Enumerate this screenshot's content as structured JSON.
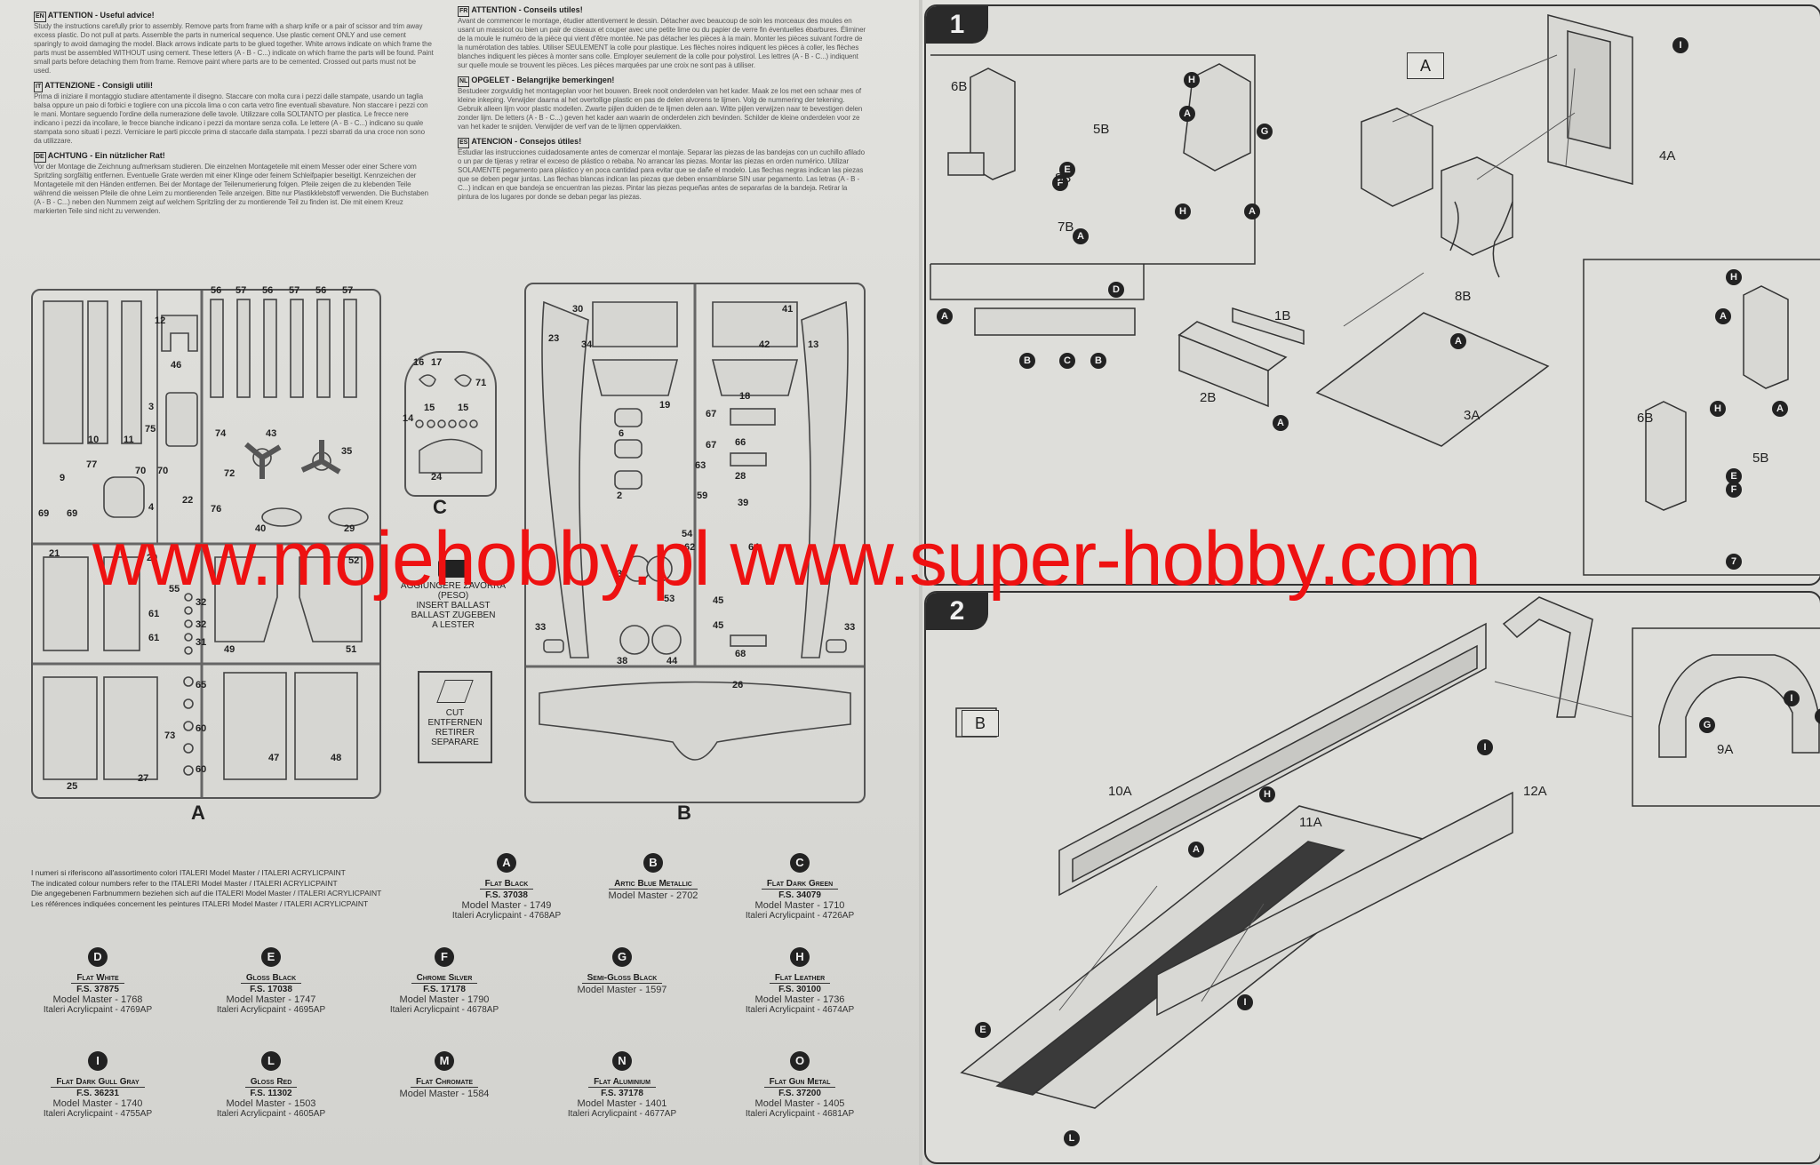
{
  "instructions_left": [
    {
      "code": "EN",
      "title": "ATTENTION - Useful advice!",
      "body": "Study the instructions carefully prior to assembly. Remove parts from frame with a sharp knife or a pair of scissor and trim away excess plastic. Do not pull at parts. Assemble the parts in numerical sequence. Use plastic cement ONLY and use cement sparingly to avoid damaging the model. Black arrows indicate parts to be glued together. White arrows indicate on which frame the parts must be assembled WITHOUT using cement. These letters (A - B - C...) indicate on which frame the parts will be found. Paint small parts before detaching them from frame. Remove paint where parts are to be cemented. Crossed out parts must not be used."
    },
    {
      "code": "IT",
      "title": "ATTENZIONE - Consigli utili!",
      "body": "Prima di iniziare il montaggio studiare attentamente il disegno. Staccare con molta cura i pezzi dalle stampate, usando un taglia balsa oppure un paio di forbici e togliere con una piccola lima o con carta vetro fine eventuali sbavature. Non staccare i pezzi con le mani. Montare seguendo l'ordine della numerazione delle tavole. Utilizzare colla SOLTANTO per plastica. Le frecce nere indicano i pezzi da incollare, le frecce bianche indicano i pezzi da montare senza colla. Le lettere (A - B - C...) indicano su quale stampata sono situati i pezzi. Verniciare le parti piccole prima di staccarle dalla stampata. I pezzi sbarrati da una croce non sono da utilizzare."
    },
    {
      "code": "DE",
      "title": "ACHTUNG - Ein nützlicher Rat!",
      "body": "Vor der Montage die Zeichnung aufmerksam studieren. Die einzelnen Montageteile mit einem Messer oder einer Schere vom Spritzling sorgfältig entfernen. Eventuelle Grate werden mit einer Klinge oder feinem Schleifpapier beseitigt. Kennzeichen der Montageteile mit den Händen entfernen. Bei der Montage der Teilenumerierung folgen. Pfeile zeigen die zu klebenden Teile während die weissen Pfeile die ohne Leim zu montierenden Teile anzeigen. Bitte nur Plastikklebstoff verwenden. Die Buchstaben (A - B - C...) neben den Nummern zeigt auf welchem Spritzling der zu montierende Teil zu finden ist. Die mit einem Kreuz markierten Teile sind nicht zu verwenden."
    }
  ],
  "instructions_right": [
    {
      "code": "FR",
      "title": "ATTENTION - Conseils utiles!",
      "body": "Avant de commencer le montage, étudier attentivement le dessin. Détacher avec beaucoup de soin les morceaux des moules en usant un massicot ou bien un pair de ciseaux et couper avec une petite lime ou du papier de verre fin éventuelles ébarbures. Éliminer de la moule le numéro de la pièce qui vient d'être montée. Ne pas détacher les pièces à la main. Monter les pièces suivant l'ordre de la numérotation des tables. Utiliser SEULEMENT la colle pour plastique. Les flèches noires indiquent les pièces à coller, les flèches blanches indiquent les pièces à monter sans colle. Employer seulement de la colle pour polystirol. Les lettres (A - B - C...) indiquent sur quelle moule se trouvent les pièces. Les pièces marquées par une croix ne sont pas à utiliser."
    },
    {
      "code": "NL",
      "title": "OPGELET - Belangrijke bemerkingen!",
      "body": "Bestudeer zorgvuldig het montageplan voor het bouwen. Breek nooit onderdelen van het kader. Maak ze los met een schaar mes of kleine inkeping. Verwijder daarna al het overtollige plastic en pas de delen alvorens te lijmen. Volg de nummering der tekening. Gebruik alleen lijm voor plastic modellen. Zwarte pijlen duiden de te lijmen delen aan. Witte pijlen verwijzen naar te bevestigen delen zonder lijm. De letters (A - B - C...) geven het kader aan waarin de onderdelen zich bevinden. Schilder de kleine onderdelen voor ze van het kader te snijden. Verwijder de verf van de te lijmen oppervlakken."
    },
    {
      "code": "ES",
      "title": "ATENCION - Consejos útiles!",
      "body": "Estudiar las instrucciones cuidadosamente antes de comenzar el montaje. Separar las piezas de las bandejas con un cuchillo afilado o un par de tijeras y retirar el exceso de plástico o rebaba. No arrancar las piezas. Montar las piezas en orden numérico. Utilizar SOLAMENTE pegamento para plástico y en poca cantidad para evitar que se dañe el modelo. Las flechas negras indican las piezas que se deben pegar juntas. Las flechas blancas indican las piezas que deben ensamblarse SIN usar pegamento. Las letras (A - B - C...) indican en que bandeja se encuentran las piezas. Pintar las piezas pequeñas antes de separarlas de la bandeja. Retirar la pintura de los lugares por donde se deban pegar las piezas."
    }
  ],
  "sprues": {
    "A": {
      "letter": "A",
      "numbers": [
        "56",
        "57",
        "56",
        "57",
        "56",
        "57",
        "12",
        "46",
        "3",
        "10",
        "11",
        "75",
        "77",
        "70",
        "70",
        "74",
        "72",
        "43",
        "35",
        "22",
        "4",
        "76",
        "40",
        "29",
        "9",
        "69",
        "69",
        "21",
        "20",
        "55",
        "32",
        "32",
        "31",
        "61",
        "61",
        "52",
        "49",
        "51",
        "65",
        "60",
        "60",
        "73",
        "25",
        "27",
        "47",
        "48"
      ]
    },
    "B": {
      "letter": "B",
      "numbers": [
        "30",
        "41",
        "23",
        "34",
        "42",
        "13",
        "6",
        "19",
        "67",
        "18",
        "67",
        "66",
        "28",
        "63",
        "2",
        "39",
        "59",
        "54",
        "37",
        "62",
        "64",
        "53",
        "45",
        "45",
        "68",
        "33",
        "33",
        "38",
        "44",
        "26"
      ]
    },
    "C": {
      "letter": "C",
      "numbers": [
        "16",
        "17",
        "71",
        "15",
        "15",
        "14",
        "24"
      ]
    }
  },
  "notes": {
    "ballast": [
      "AGGIUNGERE ZAVORRA (PESO)",
      "INSERT BALLAST",
      "BALLAST ZUGEBEN",
      "A LESTER"
    ],
    "cut": [
      "CUT",
      "ENTFERNEN",
      "RETIRER",
      "SEPARARE"
    ]
  },
  "legend_intro": [
    "I numeri si riferiscono all'assortimento colori ITALERI Model Master / ITALERI ACRYLICPAINT",
    "The indicated colour numbers refer to the ITALERI Model Master / ITALERI ACRYLICPAINT",
    "Die angegebenen Farbnummern beziehen sich auf die ITALERI Model Master / ITALERI ACRYLICPAINT",
    "Les références indiquées concernent les peintures ITALERI Model Master / ITALERI ACRYLICPAINT"
  ],
  "colors": [
    {
      "key": "A",
      "name": "Flat Black",
      "fs": "F.S. 37038",
      "mm": "Model Master - 1749",
      "ia": "Italeri Acrylicpaint - 4768AP"
    },
    {
      "key": "B",
      "name": "Artic Blue Metallic",
      "fs": "",
      "mm": "Model Master - 2702",
      "ia": ""
    },
    {
      "key": "C",
      "name": "Flat Dark Green",
      "fs": "F.S. 34079",
      "mm": "Model Master - 1710",
      "ia": "Italeri Acrylicpaint - 4726AP"
    },
    {
      "key": "D",
      "name": "Flat White",
      "fs": "F.S. 37875",
      "mm": "Model Master - 1768",
      "ia": "Italeri Acrylicpaint - 4769AP"
    },
    {
      "key": "E",
      "name": "Gloss Black",
      "fs": "F.S. 17038",
      "mm": "Model Master - 1747",
      "ia": "Italeri Acrylicpaint - 4695AP"
    },
    {
      "key": "F",
      "name": "Chrome Silver",
      "fs": "F.S. 17178",
      "mm": "Model Master - 1790",
      "ia": "Italeri Acrylicpaint - 4678AP"
    },
    {
      "key": "G",
      "name": "Semi-Gloss Black",
      "fs": "",
      "mm": "Model Master - 1597",
      "ia": ""
    },
    {
      "key": "H",
      "name": "Flat Leather",
      "fs": "F.S. 30100",
      "mm": "Model Master - 1736",
      "ia": "Italeri Acrylicpaint - 4674AP"
    },
    {
      "key": "I",
      "name": "Flat Dark Gull Gray",
      "fs": "F.S. 36231",
      "mm": "Model Master - 1740",
      "ia": "Italeri Acrylicpaint - 4755AP"
    },
    {
      "key": "L",
      "name": "Gloss Red",
      "fs": "F.S. 11302",
      "mm": "Model Master - 1503",
      "ia": "Italeri Acrylicpaint - 4605AP"
    },
    {
      "key": "M",
      "name": "Flat Chromate",
      "fs": "",
      "mm": "Model Master - 1584",
      "ia": ""
    },
    {
      "key": "N",
      "name": "Flat Aluminium",
      "fs": "F.S. 37178",
      "mm": "Model Master - 1401",
      "ia": "Italeri Acrylicpaint - 4677AP"
    },
    {
      "key": "O",
      "name": "Flat Gun Metal",
      "fs": "F.S. 37200",
      "mm": "Model Master - 1405",
      "ia": "Italeri Acrylicpaint - 4681AP"
    }
  ],
  "step1": {
    "number": "1",
    "inset_label": "A",
    "parts": [
      "6B",
      "5B",
      "E",
      "F",
      "7B",
      "H",
      "A",
      "G",
      "H",
      "A",
      "8B",
      "A",
      "I",
      "4A",
      "D",
      "A",
      "B",
      "C",
      "B",
      "1B",
      "2B",
      "A",
      "8B",
      "A",
      "3A",
      "H",
      "A",
      "H",
      "A",
      "6B",
      "5B",
      "E",
      "F",
      "7"
    ]
  },
  "step2": {
    "number": "2",
    "inset_label": "B",
    "parts": [
      "I",
      "10A",
      "H",
      "A",
      "I",
      "12A",
      "11A",
      "I",
      "G",
      "9A",
      "E",
      "L",
      "I"
    ]
  },
  "watermark": "www.mojehobby.pl www.super-hobby.com",
  "accent_colors": {
    "watermark": "#ee1111",
    "ink": "#222222",
    "paper": "#dcdcd8"
  }
}
